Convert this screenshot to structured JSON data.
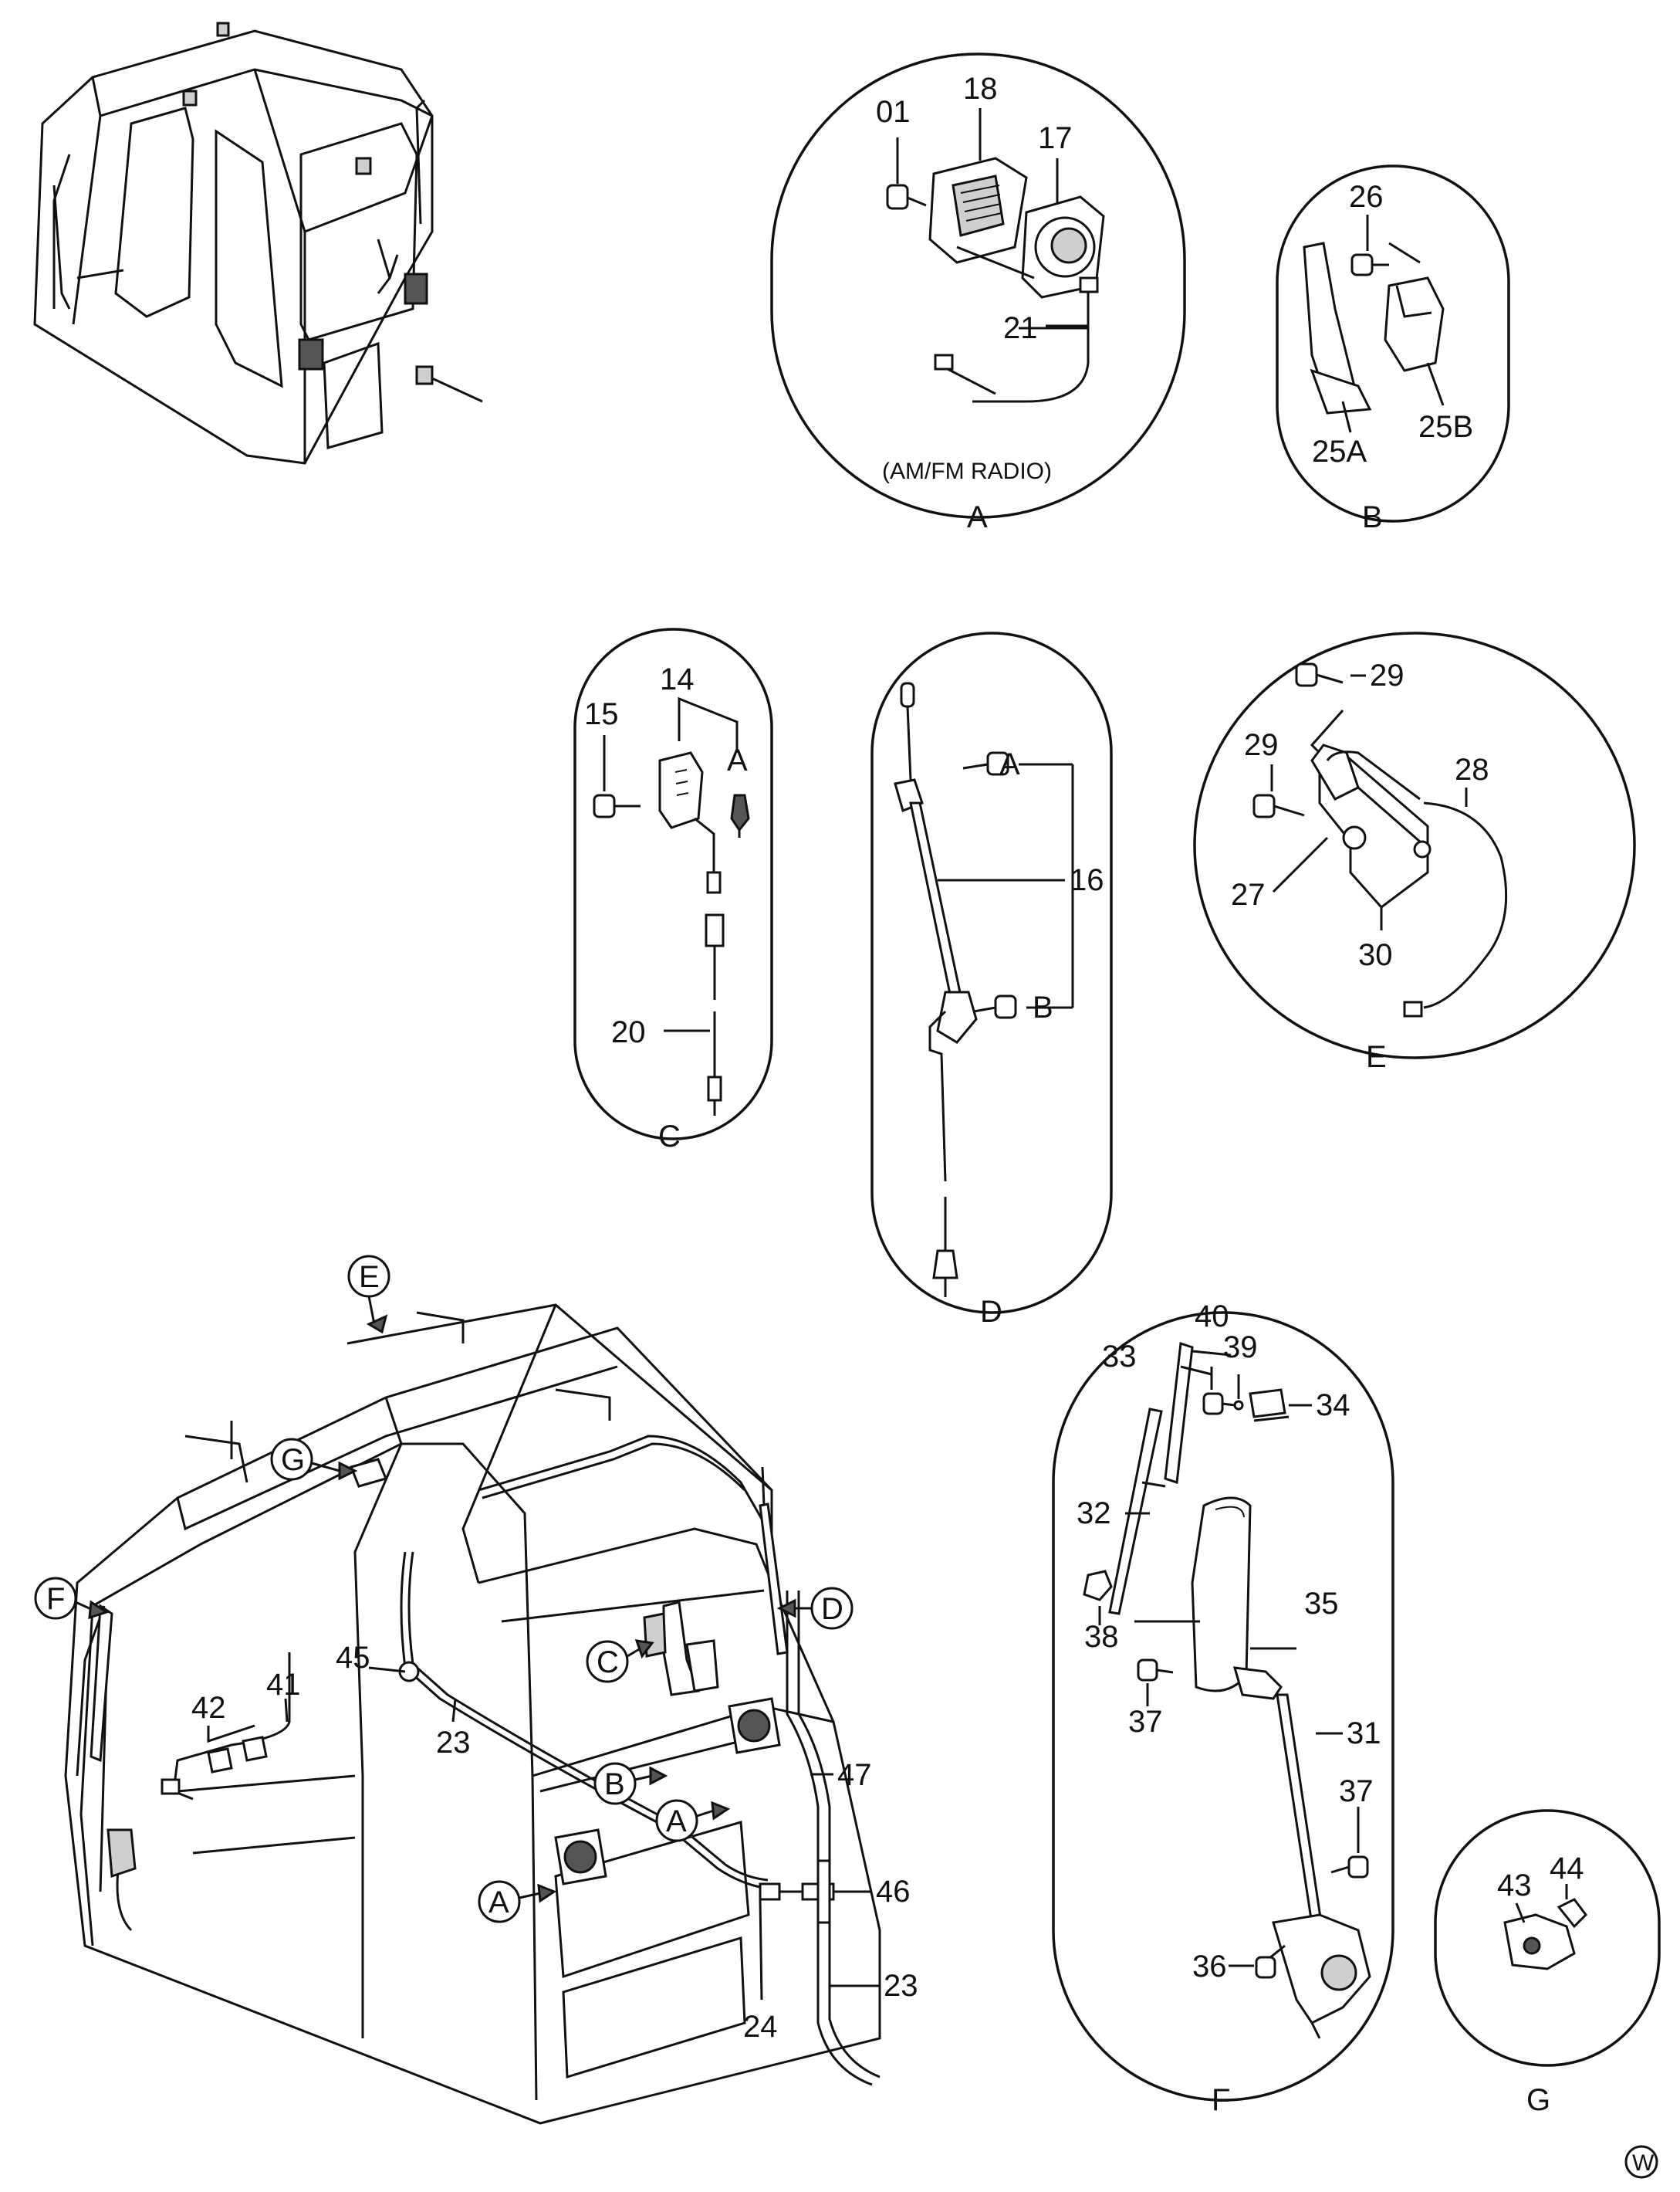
{
  "views": {
    "A": {
      "label": "A",
      "caption": "(AM/FM RADIO)"
    },
    "B": {
      "label": "B"
    },
    "C": {
      "label": "C"
    },
    "D": {
      "label": "D"
    },
    "E": {
      "label": "E"
    },
    "F": {
      "label": "F"
    },
    "G": {
      "label": "G"
    }
  },
  "parts": {
    "p01": "01",
    "p14": "14",
    "p15": "15",
    "p16": "16",
    "p17": "17",
    "p18": "18",
    "p20": "20",
    "p21": "21",
    "p23": "23",
    "p24": "24",
    "p25A": "25A",
    "p25B": "25B",
    "p26": "26",
    "p27": "27",
    "p28": "28",
    "p29": "29",
    "p30": "30",
    "p31": "31",
    "p32": "32",
    "p33": "33",
    "p34": "34",
    "p35": "35",
    "p36": "36",
    "p37": "37",
    "p38": "38",
    "p39": "39",
    "p40": "40",
    "p41": "41",
    "p42": "42",
    "p43": "43",
    "p44": "44",
    "p45": "45",
    "p46": "46",
    "p47": "47"
  },
  "refs": {
    "A": "A",
    "B": "B",
    "C": "C",
    "D": "D",
    "E": "E",
    "F": "F",
    "G": "G"
  },
  "corner_mark": "W"
}
